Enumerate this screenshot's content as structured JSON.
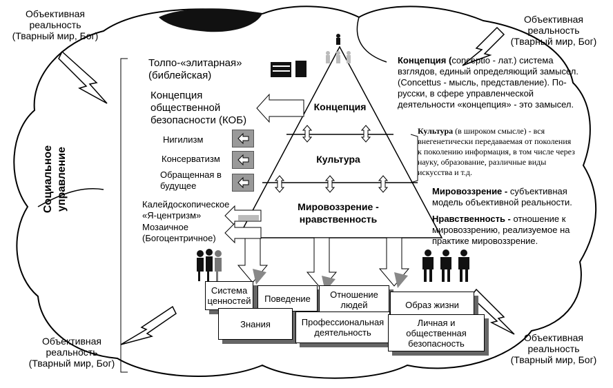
{
  "corners": {
    "top_left": [
      "Объективная",
      "реальность",
      "(Тварный мир, Бог)"
    ],
    "top_right": [
      "Объективная",
      "реальность",
      "(Тварный мир, Бог)"
    ],
    "bottom_left": [
      "Объективная",
      "реальность",
      "(Тварный мир, Бог)"
    ],
    "bottom_right": [
      "Объективная",
      "реальность",
      "(Тварный мир, Бог)"
    ]
  },
  "side_label": [
    "Социальное",
    "управление"
  ],
  "left": {
    "concept_elite": [
      "Толпо-«элитарная»",
      "(библейская)"
    ],
    "concept_kob": [
      "Концепция",
      "общественной",
      "безопасности (КОБ)"
    ],
    "nihilism": "Нигилизм",
    "conservatism": "Консерватизм",
    "future": [
      "Обращенная в",
      "будущее"
    ],
    "kaleido": [
      "Калейдоскопическое",
      "«Я-центризм»"
    ],
    "mosaic": [
      "Мозаичное",
      "(Богоцентричное)"
    ]
  },
  "pyramid": {
    "level1": "Концепция",
    "level2": "Культура",
    "level3": [
      "Мировоззрение -",
      "нравственность"
    ]
  },
  "right": {
    "concept_term": "Концепция (",
    "concept_def": "conceptio - лат.) система взглядов, единый определяющий замысел. (Concettus - мысль, представление). По-русски, в сфере управленческой деятельности «концепция» - это замысел.",
    "culture_term": "Культура",
    "culture_def": " (в широком смысле) - вся внегенетически передаваемая от поколения к поколению информация, в том числе через науку, образование, различные виды искусства и т.д.",
    "worldview_term": "Мировоззрение -",
    "worldview_def": " субъективная модель объективной реальности.",
    "morality_term": "Нравственность -",
    "morality_def": " отношение к мировоззрению, реализуемое на практике мировоззрение."
  },
  "boxes": {
    "values": [
      "Система",
      "ценностей"
    ],
    "behavior": "Поведение",
    "relations": [
      "Отношение",
      "людей"
    ],
    "lifestyle": "Образ жизни",
    "knowledge": "Знания",
    "professional": [
      "Профессиональная",
      "деятельность"
    ],
    "safety": [
      "Личная и",
      "общественная",
      "безопасность"
    ]
  }
}
